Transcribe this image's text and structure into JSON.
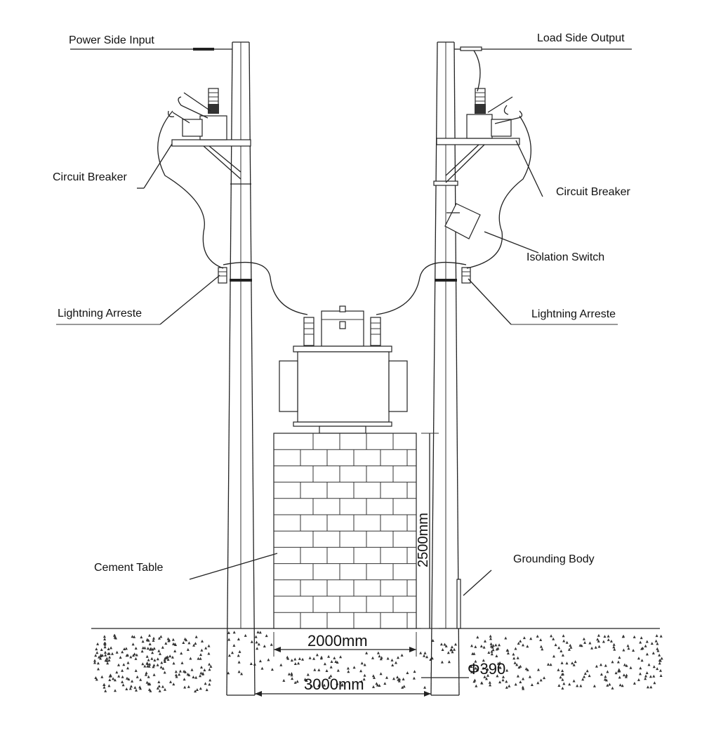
{
  "labels": {
    "power_side_input": "Power Side Input",
    "load_side_output": "Load Side Output",
    "circuit_breaker_left": "Circuit Breaker",
    "circuit_breaker_right": "Circuit Breaker",
    "isolation_switch": "Isolation Switch",
    "lightning_arrester_left": "Lightning Arreste",
    "lightning_arrester_right": "Lightning Arreste",
    "cement_table": "Cement Table",
    "grounding_body": "Grounding Body"
  },
  "dimensions": {
    "table_height": "2500mm",
    "table_width": "2000mm",
    "pole_spacing": "3000mm",
    "pole_diameter": "Φ390"
  },
  "colors": {
    "line": "#222222",
    "background": "#ffffff"
  }
}
